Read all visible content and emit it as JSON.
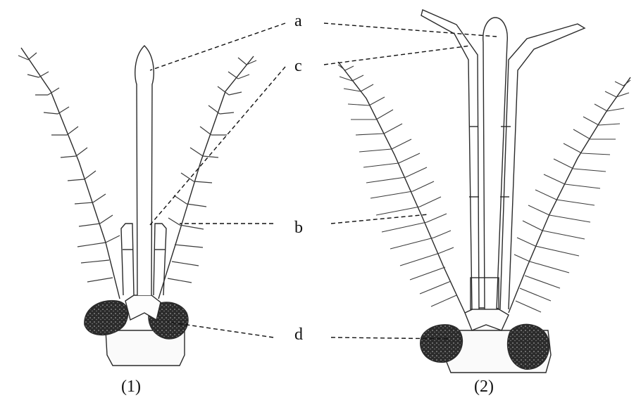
{
  "labels": {
    "a": "a",
    "b": "b",
    "c": "c",
    "d": "d"
  },
  "captions": {
    "left": "(1)",
    "right": "(2)"
  },
  "colors": {
    "ink": "#2a2a2a",
    "bristle": "#3a3a3a",
    "eye": "#1e1e1e",
    "leader": "#111111"
  }
}
